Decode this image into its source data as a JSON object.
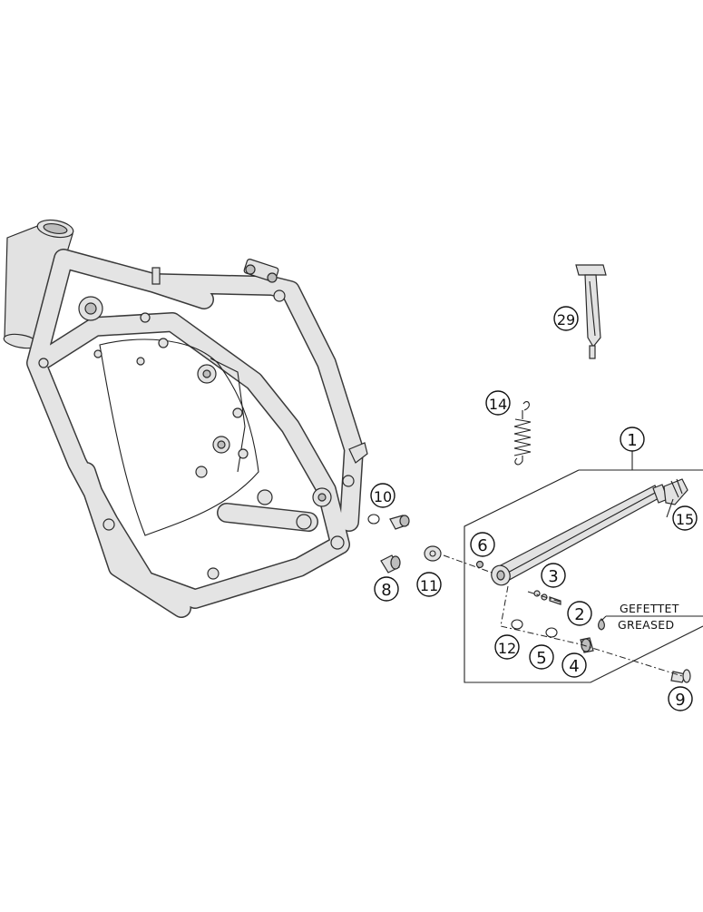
{
  "diagram": {
    "callouts": [
      {
        "id": "c1",
        "label": "1"
      },
      {
        "id": "c2",
        "label": "2"
      },
      {
        "id": "c3",
        "label": "3"
      },
      {
        "id": "c4",
        "label": "4"
      },
      {
        "id": "c5",
        "label": "5"
      },
      {
        "id": "c6",
        "label": "6"
      },
      {
        "id": "c8",
        "label": "8"
      },
      {
        "id": "c9",
        "label": "9"
      },
      {
        "id": "c10",
        "label": "10"
      },
      {
        "id": "c11",
        "label": "11"
      },
      {
        "id": "c12",
        "label": "12"
      },
      {
        "id": "c14",
        "label": "14"
      },
      {
        "id": "c15",
        "label": "15"
      },
      {
        "id": "c29",
        "label": "29"
      }
    ],
    "grease_note": {
      "line1": "GEFETTET",
      "line2": "GREASED"
    }
  }
}
